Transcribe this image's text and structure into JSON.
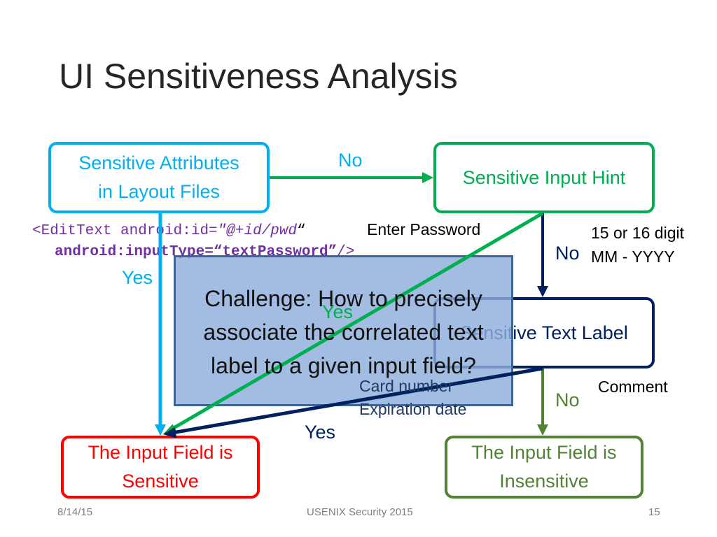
{
  "slide": {
    "title": "UI Sensitiveness Analysis"
  },
  "boxes": {
    "attributes": {
      "line1": "Sensitive Attributes",
      "line2": "in Layout Files",
      "color": "#00B0F0"
    },
    "input_hint": {
      "line1": "Sensitive Input Hint",
      "color": "#00B050"
    },
    "text_label": {
      "line1": "Sensitive Text Label",
      "color": "#002060"
    },
    "sensitive": {
      "line1": "The Input Field is",
      "line2": "Sensitive",
      "color": "#FF0000"
    },
    "insensitive": {
      "line1": "The Input Field is",
      "line2": "Insensitive",
      "color": "#538135"
    }
  },
  "code": {
    "line1_a": "<EditText android:id=",
    "line1_b": "\"@+id/pwd",
    "line1_c": "“",
    "line2_a": "android:inputType=“textPassword”",
    "line2_b": "/>"
  },
  "edge_labels": {
    "no_attr_to_hint": "No",
    "yes_attr": "Yes",
    "no_hint_to_label": "No",
    "yes_hint": "Yes",
    "no_label_to_insensitive": "No",
    "yes_label": "Yes"
  },
  "examples": {
    "enter_password": "Enter Password",
    "digits": "15 or 16 digit",
    "date_format": "MM - YYYY",
    "card_number": "Card number",
    "expiration_date": "Expiration date",
    "comment": "Comment"
  },
  "challenge": {
    "line1": "Challenge: How to precisely",
    "line2": "associate the correlated text",
    "line3": "label to a given input field?"
  },
  "footer": {
    "date": "8/14/15",
    "venue": "USENIX Security 2015",
    "page": "15"
  }
}
